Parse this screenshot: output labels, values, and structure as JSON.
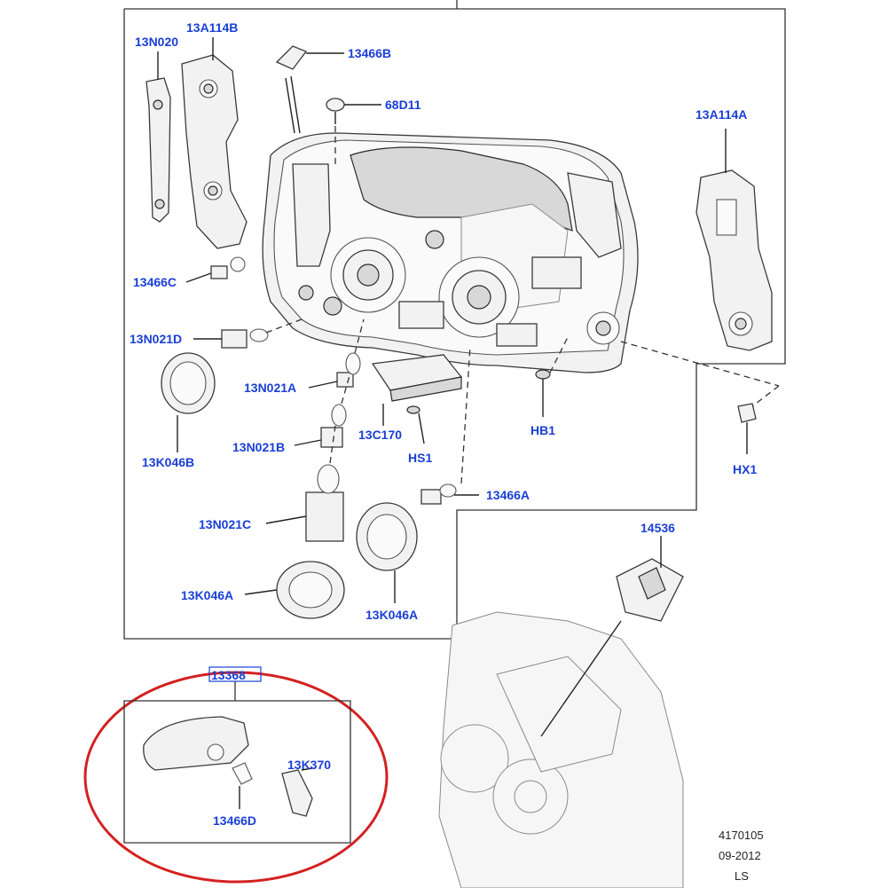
{
  "parts": {
    "p_13N020": "13N020",
    "p_13A114B": "13A114B",
    "p_13466B": "13466B",
    "p_68D11": "68D11",
    "p_13A114A": "13A114A",
    "p_13466C": "13466C",
    "p_13N021D": "13N021D",
    "p_13N021A": "13N021A",
    "p_13K046B": "13K046B",
    "p_13N021B": "13N021B",
    "p_13C170": "13C170",
    "p_HS1": "HS1",
    "p_HB1": "HB1",
    "p_HX1": "HX1",
    "p_13466A": "13466A",
    "p_13N021C": "13N021C",
    "p_14536": "14536",
    "p_13K046A_1": "13K046A",
    "p_13K046A_2": "13K046A",
    "p_13368": "13368",
    "p_13K370": "13K370",
    "p_13466D": "13466D"
  },
  "footer": {
    "code": "4170105",
    "date": "09-2012",
    "market": "LS"
  },
  "colors": {
    "label_blue": "#1a3fd6",
    "highlight_red": "#d42020"
  }
}
